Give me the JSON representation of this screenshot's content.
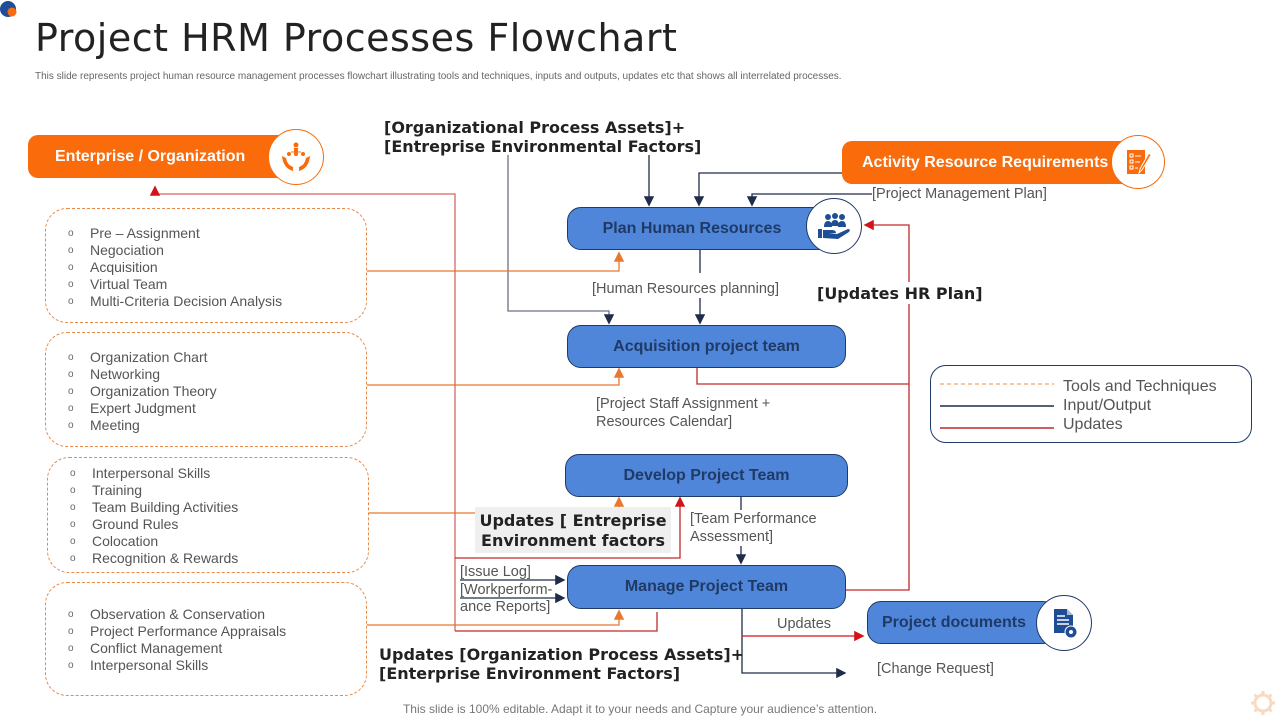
{
  "header": {
    "title": "Project HRM Processes Flowchart",
    "subtitle": "This slide represents project human resource management processes flowchart illustrating tools and techniques, inputs and outputs, updates etc that shows all interrelated processes."
  },
  "footer": "This slide is 100% editable. Adapt it to your needs and Capture your audience’s attention.",
  "sources": {
    "enterprise": {
      "label": "Enterprise / Organization",
      "icon": "hands-organization-icon"
    },
    "activity": {
      "label": "Activity Resource Requirements",
      "icon": "checklist-pencil-icon"
    }
  },
  "inputs": {
    "org_assets_line1": "[Organizational Process  Assets]+",
    "org_assets_line2": "[Entreprise  Environmental Factors]",
    "pm_plan": "[Project Management Plan]"
  },
  "processes": [
    {
      "label": "Plan Human Resources",
      "icon": "team-hand-icon"
    },
    {
      "label": "Acquisition  project team"
    },
    {
      "label": "Develop Project Team"
    },
    {
      "label": "Manage Project  Team"
    }
  ],
  "outputs": {
    "project_documents": {
      "label": "Project documents",
      "icon": "document-gear-icon"
    },
    "hr_planning": "[Human Resources planning]",
    "staff_assignment_line1": "[Project Staff Assignment +",
    "staff_assignment_line2": "Resources Calendar]",
    "team_perf_line1": "[Team Performance",
    "team_perf_line2": "Assessment]",
    "issue_log": "[Issue Log]",
    "work_perf_line1": "[Workperform-",
    "work_perf_line2": "ance Reports]",
    "updates": "Updates",
    "change_request": "[Change Request]"
  },
  "updates_labels": {
    "hr_plan": "[Updates HR Plan]",
    "env_factors_line1": "Updates [ Entreprise",
    "env_factors_line2": "Environment factors",
    "org_assets_line1": "Updates [Organization Process  Assets]+",
    "org_assets_line2": "[Enterprise  Environment Factors]"
  },
  "tools_groups": [
    {
      "items": [
        "Pre – Assignment",
        "Negociation",
        "Acquisition",
        "Virtual Team",
        "Multi-Criteria Decision Analysis"
      ]
    },
    {
      "items": [
        "Organization Chart",
        "Networking",
        "Organization Theory",
        "Expert Judgment",
        "Meeting"
      ]
    },
    {
      "items": [
        "Interpersonal Skills",
        "Training",
        "Team Building Activities",
        "Ground Rules",
        "Colocation",
        "Recognition & Rewards"
      ]
    },
    {
      "items": [
        "Observation & Conservation",
        "Project Performance Appraisals",
        "Conflict Management",
        "Interpersonal Skills"
      ]
    }
  ],
  "bullet_glyph": "o",
  "legend": [
    {
      "label": "Tools and Techniques",
      "style": "dashed",
      "color": "#f4a467"
    },
    {
      "label": "Input/Output",
      "style": "solid",
      "color": "#1f2d4a"
    },
    {
      "label": "Updates",
      "style": "solid",
      "color": "#c0292b"
    }
  ],
  "colors": {
    "orange": "#f96b0b",
    "blue": "#4f86d9",
    "navy": "#1f3a66",
    "red": "#c0292b",
    "tools_line": "#e8782f"
  }
}
